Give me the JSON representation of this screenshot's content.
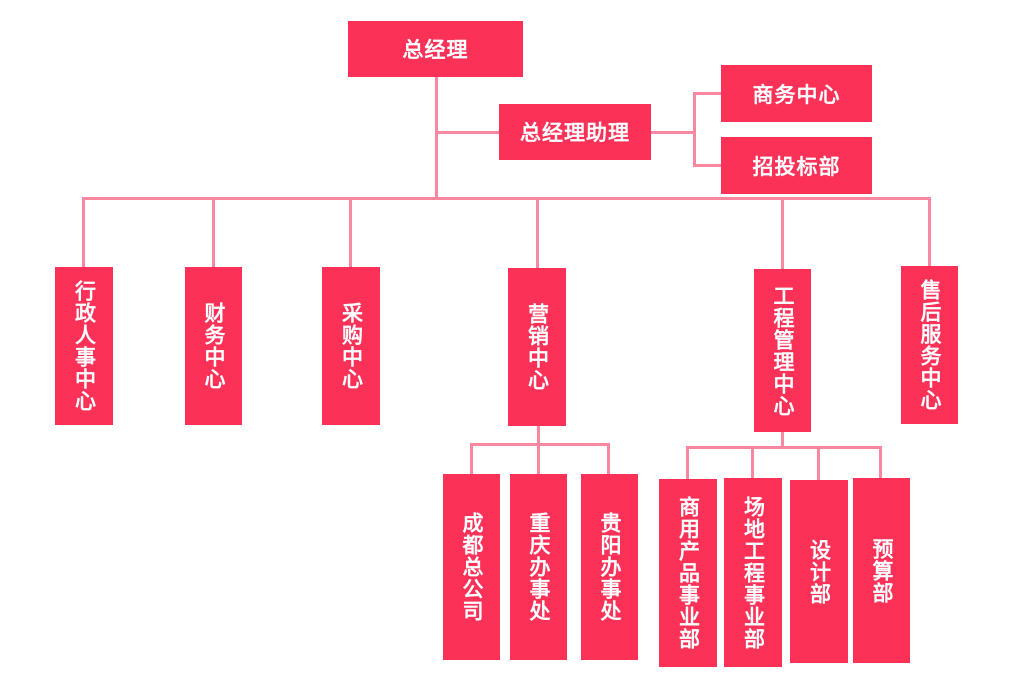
{
  "colors": {
    "box": "#FB3158",
    "line": "#FA87A0",
    "text": "#FFFFFF",
    "bg": "#FFFFFF"
  },
  "nodes": {
    "gm": {
      "label": "总经理"
    },
    "assistant": {
      "label": "总经理助理"
    },
    "business_center": {
      "label": "商务中心"
    },
    "bidding_dept": {
      "label": "招投标部"
    },
    "admin_hr": {
      "label": "行政人事中心"
    },
    "finance": {
      "label": "财务中心"
    },
    "procurement": {
      "label": "采购中心"
    },
    "marketing": {
      "label": "营销中心"
    },
    "engineering": {
      "label": "工程管理中心"
    },
    "aftersales": {
      "label": "售后服务中心"
    },
    "chengdu": {
      "label": "成都总公司"
    },
    "chongqing": {
      "label": "重庆办事处"
    },
    "guiyang": {
      "label": "贵阳办事处"
    },
    "commercial_products": {
      "label": "商用产品事业部"
    },
    "site_engineering": {
      "label": "场地工程事业部"
    },
    "design": {
      "label": "设计部"
    },
    "budget": {
      "label": "预算部"
    }
  },
  "structure": {
    "root": "gm",
    "edges": [
      {
        "parent": "gm",
        "child": "assistant"
      },
      {
        "parent": "assistant",
        "child": "business_center"
      },
      {
        "parent": "assistant",
        "child": "bidding_dept"
      },
      {
        "parent": "gm",
        "child": "admin_hr"
      },
      {
        "parent": "gm",
        "child": "finance"
      },
      {
        "parent": "gm",
        "child": "procurement"
      },
      {
        "parent": "gm",
        "child": "marketing"
      },
      {
        "parent": "gm",
        "child": "engineering"
      },
      {
        "parent": "gm",
        "child": "aftersales"
      },
      {
        "parent": "marketing",
        "child": "chengdu"
      },
      {
        "parent": "marketing",
        "child": "chongqing"
      },
      {
        "parent": "marketing",
        "child": "guiyang"
      },
      {
        "parent": "engineering",
        "child": "commercial_products"
      },
      {
        "parent": "engineering",
        "child": "site_engineering"
      },
      {
        "parent": "engineering",
        "child": "design"
      },
      {
        "parent": "engineering",
        "child": "budget"
      }
    ]
  }
}
